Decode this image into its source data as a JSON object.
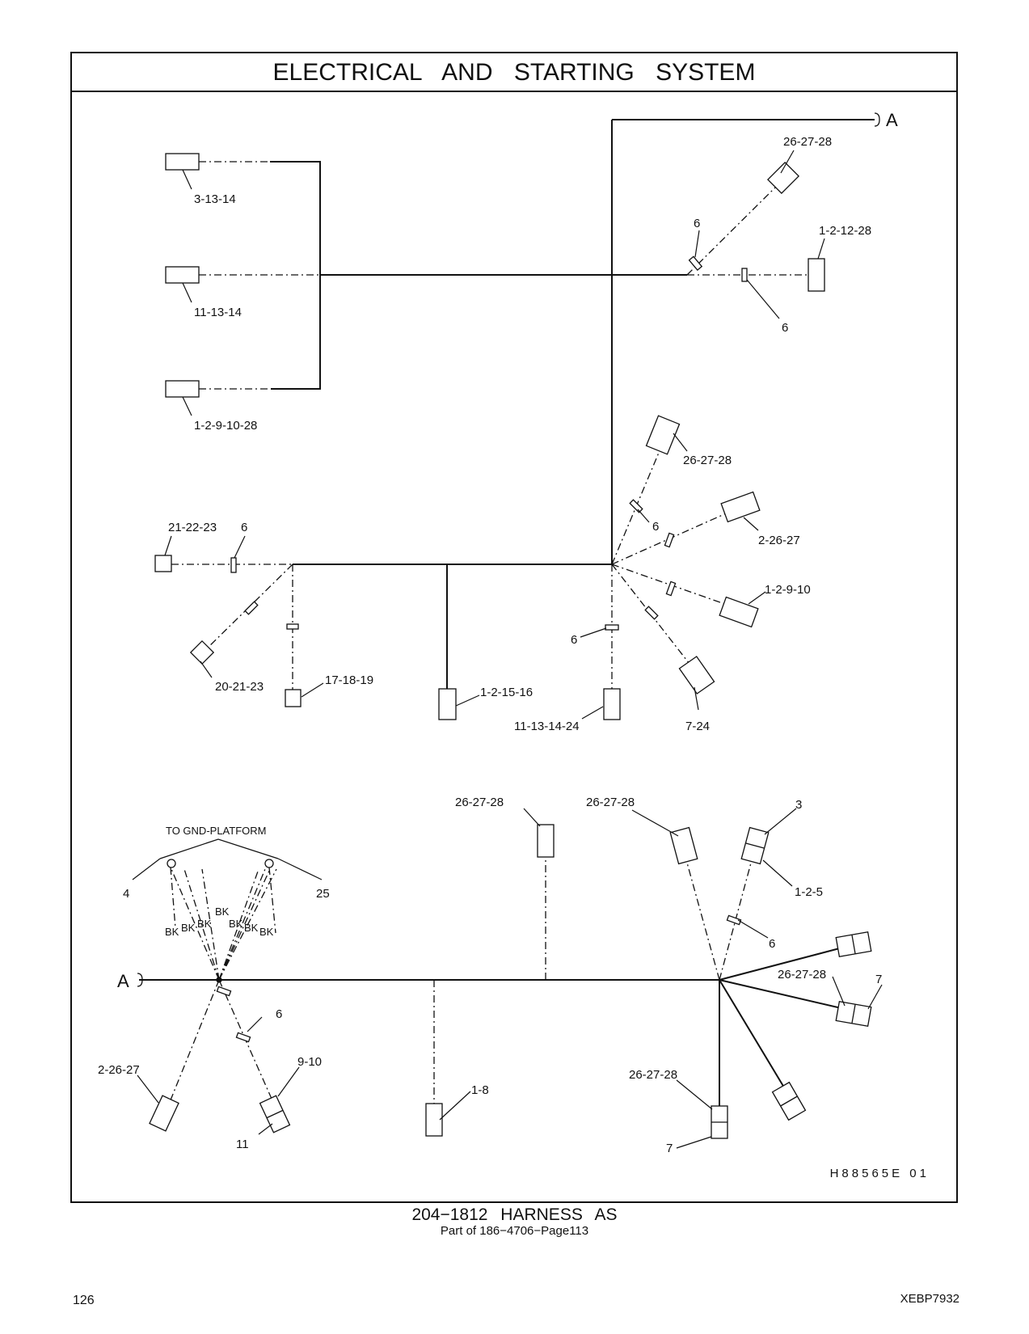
{
  "page": {
    "title": "ELECTRICAL AND STARTING SYSTEM",
    "caption_title": "204−1812 HARNESS AS",
    "caption_sub": "Part of 186−4706−Page113",
    "page_number": "126",
    "doc_code": "XEBP7932",
    "figure_id": "H88565E 01"
  },
  "labels": {
    "cont_a_top": "A",
    "cont_a_bottom": "A",
    "c_3_13_14": "3-13-14",
    "c_11_13_14": "11-13-14",
    "c_1_2_9_10_28": "1-2-9-10-28",
    "c_top_26_27_28": "26-27-28",
    "c_top_6a": "6",
    "c_1_2_12_28": "1-2-12-28",
    "c_top_6b": "6",
    "c_21_22_23": "21-22-23",
    "c_left_6": "6",
    "c_20_21_23": "20-21-23",
    "c_17_18_19": "17-18-19",
    "c_1_2_15_16": "1-2-15-16",
    "c_mid_26_27_28": "26-27-28",
    "c_mid_6a": "6",
    "c_2_26_27": "2-26-27",
    "c_1_2_9_10": "1-2-9-10",
    "c_mid_6b": "6",
    "c_11_13_14_24": "11-13-14-24",
    "c_7_24": "7-24",
    "gnd_platform": "TO GND-PLATFORM",
    "gnd_4": "4",
    "gnd_25": "25",
    "bk1": "BK",
    "bk2": "BK",
    "bk3": "BK",
    "bk4": "BK",
    "bk5": "BK",
    "bk6": "BK",
    "bk7": "BK",
    "b_26_27_28_a": "26-27-28",
    "b_26_27_28_b": "26-27-28",
    "b_3": "3",
    "b_1_2_5": "1-2-5",
    "b_6_right": "6",
    "b_26_27_28_c": "26-27-28",
    "b_7_right": "7",
    "b_6_left": "6",
    "b_2_26_27": "2-26-27",
    "b_9_10": "9-10",
    "b_11": "11",
    "b_1_8": "1-8",
    "b_26_27_28_d": "26-27-28",
    "b_7_bottom": "7"
  }
}
